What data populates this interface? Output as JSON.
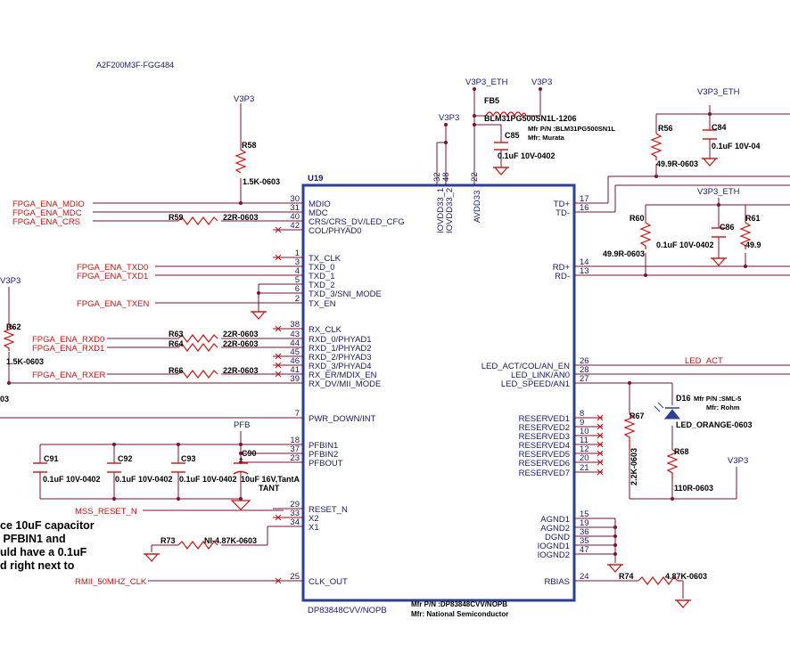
{
  "title": "A2F200M3F-FGG484",
  "chip": {
    "ref": "U19",
    "part": "DP83848CVV/NOPB",
    "mfr_pn": "Mfr P/N :DP83848CVV/NOPB",
    "mfr": "Mfr: National Semiconductor",
    "left_pins": [
      {
        "num": "30",
        "name": "MDIO"
      },
      {
        "num": "31",
        "name": "MDC"
      },
      {
        "num": "40",
        "name": "CRS/CRS_DV/LED_CFG"
      },
      {
        "num": "42",
        "name": "COL/PHYAD0"
      },
      {
        "num": "1",
        "name": "TX_CLK"
      },
      {
        "num": "3",
        "name": "TXD_0"
      },
      {
        "num": "4",
        "name": "TXD_1"
      },
      {
        "num": "5",
        "name": "TXD_2"
      },
      {
        "num": "6",
        "name": "TXD_3/SNI_MODE"
      },
      {
        "num": "2",
        "name": "TX_EN"
      },
      {
        "num": "38",
        "name": "RX_CLK"
      },
      {
        "num": "43",
        "name": "RXD_0/PHYAD1"
      },
      {
        "num": "44",
        "name": "RXD_1/PHYAD2"
      },
      {
        "num": "45",
        "name": "RXD_2/PHYAD3"
      },
      {
        "num": "46",
        "name": "RXD_3/PHYAD4"
      },
      {
        "num": "41",
        "name": "RX_ER/MDIX_EN"
      },
      {
        "num": "39",
        "name": "RX_DV/MII_MODE"
      },
      {
        "num": "7",
        "name": "PWR_DOWN/INT"
      },
      {
        "num": "18",
        "name": "PFBIN1"
      },
      {
        "num": "37",
        "name": "PFBIN2"
      },
      {
        "num": "23",
        "name": "PFBOUT"
      },
      {
        "num": "29",
        "name": "RESET_N"
      },
      {
        "num": "33",
        "name": "X2"
      },
      {
        "num": "34",
        "name": "X1"
      },
      {
        "num": "25",
        "name": "CLK_OUT"
      }
    ],
    "top_pins": [
      {
        "num": "32",
        "name": "IOVDD33_1"
      },
      {
        "num": "48",
        "name": "IOVDD33_2"
      },
      {
        "num": "22",
        "name": "AVDD33"
      }
    ],
    "right_pins": [
      {
        "num": "17",
        "name": "TD+"
      },
      {
        "num": "16",
        "name": "TD-"
      },
      {
        "num": "14",
        "name": "RD+"
      },
      {
        "num": "13",
        "name": "RD-"
      },
      {
        "num": "26",
        "name": "LED_ACT/COL/AN_EN"
      },
      {
        "num": "28",
        "name": "LED_LINK/AN0"
      },
      {
        "num": "27",
        "name": "LED_SPEED/AN1"
      },
      {
        "num": "8",
        "name": "RESERVED1"
      },
      {
        "num": "9",
        "name": "RESERVED2"
      },
      {
        "num": "10",
        "name": "RESERVED3"
      },
      {
        "num": "11",
        "name": "RESERVED4"
      },
      {
        "num": "12",
        "name": "RESERVED5"
      },
      {
        "num": "20",
        "name": "RESERVED6"
      },
      {
        "num": "21",
        "name": "RESERVED7"
      },
      {
        "num": "15",
        "name": "AGND1"
      },
      {
        "num": "19",
        "name": "AGND2"
      },
      {
        "num": "36",
        "name": "DGND"
      },
      {
        "num": "35",
        "name": "IOGND1"
      },
      {
        "num": "47",
        "name": "IOGND2"
      },
      {
        "num": "24",
        "name": "RBIAS"
      }
    ]
  },
  "nets": {
    "mdio": "FPGA_ENA_MDIO",
    "mdc": "FPGA_ENA_MDC",
    "crs": "FPGA_ENA_CRS",
    "txd0": "FPGA_ENA_TXD0",
    "txd1": "FPGA_ENA_TXD1",
    "txen": "FPGA_ENA_TXEN",
    "rxd0": "FPGA_ENA_RXD0",
    "rxd1": "FPGA_ENA_RXD1",
    "rxer": "FPGA_ENA_RXER",
    "reset": "MSS_RESET_N",
    "clkout": "RMII_50MHZ_CLK",
    "led_act": "LED_ACT"
  },
  "power": {
    "v3p3": "V3P3",
    "v3p3_eth": "V3P3_ETH",
    "pfb": "PFB"
  },
  "components": {
    "r58": {
      "ref": "R58",
      "value": "1.5K-0603"
    },
    "r59": {
      "ref": "R59",
      "value": "22R-0603"
    },
    "r62": {
      "ref": "R62",
      "value": "1.5K-0603"
    },
    "r63": {
      "ref": "R63",
      "value": "22R-0603"
    },
    "r64": {
      "ref": "R64",
      "value": "22R-0603"
    },
    "r66": {
      "ref": "R66",
      "value": "22R-0603"
    },
    "r73": {
      "ref": "R73",
      "value": "NI-4.87K-0603"
    },
    "c91": {
      "ref": "C91",
      "value": "0.1uF 10V-0402"
    },
    "c92": {
      "ref": "C92",
      "value": "0.1uF 10V-0402"
    },
    "c93": {
      "ref": "C93",
      "value": "0.1uF 10V-0402"
    },
    "c90": {
      "ref": "C90",
      "value": "10uF 16V,TantA",
      "type": "TANT"
    },
    "fb5": {
      "ref": "FB5",
      "value": "BLM31PG500SN1L-1206",
      "mfr_pn": "Mfr P/N :BLM31PG500SN1L",
      "mfr": "Mfr: Murata"
    },
    "c85": {
      "ref": "C85",
      "value": "0.1uF 10V-0402"
    },
    "r56": {
      "ref": "R56",
      "value": "49.9R-0603"
    },
    "c84": {
      "ref": "C84",
      "value": "0.1uF 10V-04"
    },
    "r60": {
      "ref": "R60",
      "value": "49.9R-0603"
    },
    "c86": {
      "ref": "C86",
      "value": "0.1uF 10V-0402"
    },
    "r61": {
      "ref": "R61",
      "value": "49.9"
    },
    "d16": {
      "ref": "D16",
      "value": "LED_ORANGE-0603",
      "mfr_pn": "Mfr P/N :SML-5",
      "mfr": "Mfr: Rohm"
    },
    "r67": {
      "ref": "R67",
      "value": "2.2K-0603"
    },
    "r68": {
      "ref": "R68",
      "value": "110R-0603"
    },
    "r74": {
      "ref": "R74",
      "value": "4.87K-0603"
    }
  },
  "edge_text": {
    "r62_tail": "03"
  },
  "note_lines": [
    "ce 10uF capacitor",
    " PFBIN1 and",
    "uld have a 0.1uF",
    "d right next to"
  ]
}
